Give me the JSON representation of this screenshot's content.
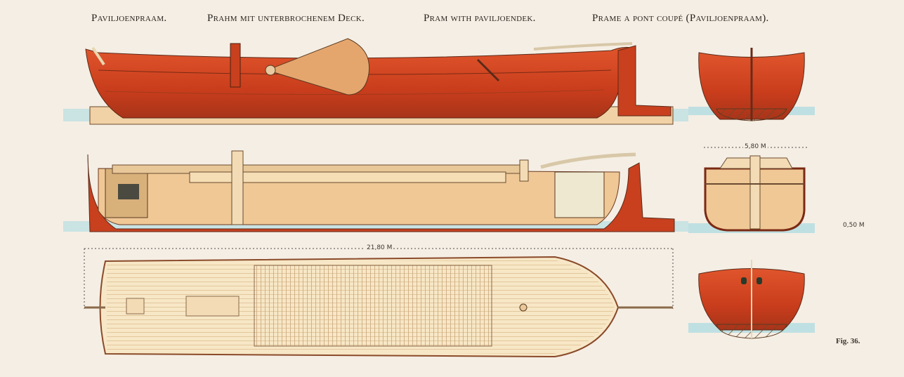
{
  "titles": [
    "Paviljoenpraam.",
    "Prahm mit unterbrochenem Deck.",
    "Pram with paviljoendek.",
    "Prame a pont coupé (Paviljoenpraam)."
  ],
  "dimensions": {
    "beam": "5,80 M",
    "draught": "0,50 M",
    "length": "21,80 M"
  },
  "figure_label": "Fig. 36.",
  "colors": {
    "hull": "#cf4220",
    "interior": "#f0c896",
    "deck": "#f7e7c6",
    "water": "#b9dde0",
    "background": "#f5eee4"
  }
}
